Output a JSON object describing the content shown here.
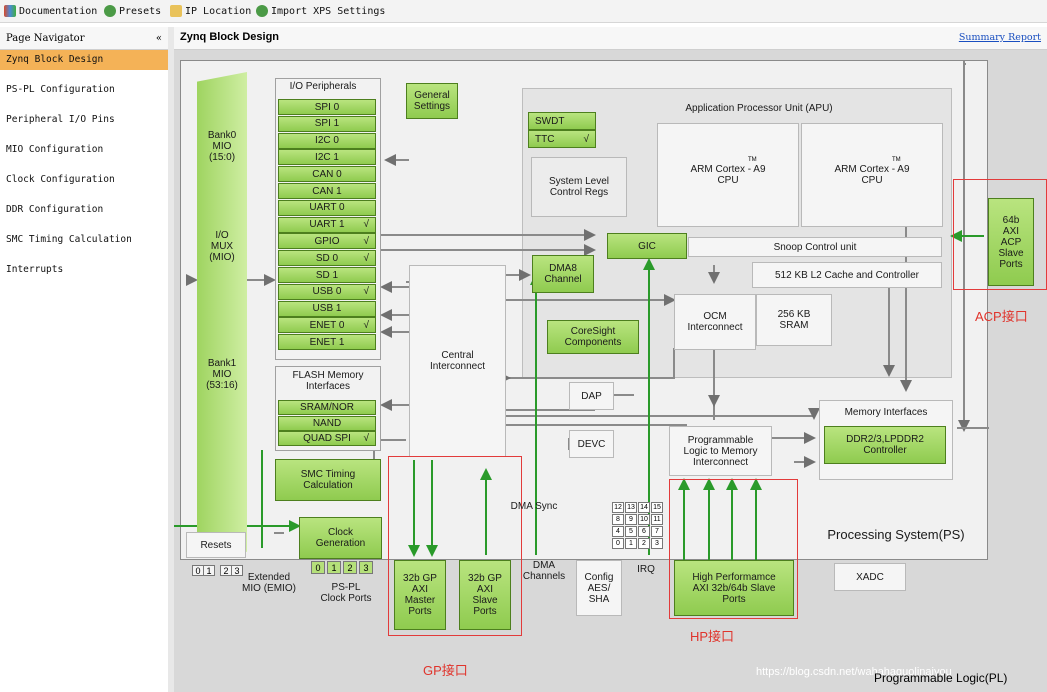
{
  "toolbar": {
    "documentation": "Documentation",
    "presets": "Presets",
    "ip_location": "IP Location",
    "import_xps": "Import XPS Settings"
  },
  "navigator": {
    "title": "Page Navigator",
    "collapse": "«",
    "items": [
      "Zynq Block Design",
      "PS-PL Configuration",
      "Peripheral I/O Pins",
      "MIO Configuration",
      "Clock Configuration",
      "DDR Configuration",
      "SMC Timing Calculation",
      "Interrupts"
    ]
  },
  "main": {
    "title": "Zynq Block Design",
    "summary_link": "Summary Report"
  },
  "diagram": {
    "bank0": "Bank0\nMIO\n(15:0)",
    "io_mux": "I/O\nMUX\n(MIO)",
    "bank1": "Bank1\nMIO\n(53:16)",
    "io_peripherals_title": "I/O Peripherals",
    "io_peripherals": [
      {
        "label": "SPI 0",
        "checked": false
      },
      {
        "label": "SPI 1",
        "checked": false
      },
      {
        "label": "I2C 0",
        "checked": false
      },
      {
        "label": "I2C 1",
        "checked": false
      },
      {
        "label": "CAN 0",
        "checked": false
      },
      {
        "label": "CAN 1",
        "checked": false
      },
      {
        "label": "UART 0",
        "checked": false
      },
      {
        "label": "UART 1",
        "checked": true
      },
      {
        "label": "GPIO",
        "checked": true
      },
      {
        "label": "SD 0",
        "checked": true
      },
      {
        "label": "SD 1",
        "checked": false
      },
      {
        "label": "USB 0",
        "checked": true
      },
      {
        "label": "USB 1",
        "checked": false
      },
      {
        "label": "ENET 0",
        "checked": true
      },
      {
        "label": "ENET 1",
        "checked": false
      }
    ],
    "check_mark": "√",
    "flash_title": "FLASH Memory\nInterfaces",
    "flash_items": [
      {
        "label": "SRAM/NOR",
        "checked": false
      },
      {
        "label": "NAND",
        "checked": false
      },
      {
        "label": "QUAD SPI",
        "checked": true
      }
    ],
    "smc_timing": "SMC Timing\nCalculation",
    "general_settings": "General\nSettings",
    "swdt": "SWDT",
    "ttc": "TTC",
    "system_level": "System Level\nControl Regs",
    "apu_title": "Application Processor Unit (APU)",
    "cpu0": "ARM Cortex - A9\nCPU",
    "cpu1": "ARM Cortex - A9\nCPU",
    "tm": "TM",
    "gic": "GIC",
    "snoop": "Snoop Control unit",
    "l2": "512 KB L2 Cache and Controller",
    "dma8": "DMA8\nChannel",
    "coresight": "CoreSight\nComponents",
    "ocm": "OCM\nInterconnect",
    "sram": "256 KB\nSRAM",
    "central": "Central\nInterconnect",
    "dap": "DAP",
    "devc": "DEVC",
    "mem_if_title": "Memory Interfaces",
    "ddr": "DDR2/3,LPDDR2\nController",
    "pl_to_mem": "Programmable\nLogic to Memory\nInterconnect",
    "acp": "64b\nAXI\nACP\nSlave\nPorts",
    "acp_label": "ACP接口",
    "processing_system": "Processing System(PS)",
    "resets": "Resets",
    "clock_gen": "Clock\nGeneration",
    "clock_ports_nums": [
      "0",
      "1",
      "2",
      "3"
    ],
    "pspl_clock": "PS-PL\nClock Ports",
    "emio_nums": [
      "0",
      "1",
      "2",
      "3"
    ],
    "extended_mio": "Extended\nMIO (EMIO)",
    "gp_master": "32b GP\nAXI\nMaster\nPorts",
    "gp_slave": "32b GP\nAXI\nSlave\nPorts",
    "gp_label": "GP接口",
    "dma_sync": "DMA Sync",
    "dma_channels": "DMA\nChannels",
    "config_aes": "Config\nAES/\nSHA",
    "irq": "IRQ",
    "irq_grid": [
      [
        "12",
        "13",
        "14",
        "15"
      ],
      [
        "8",
        "9",
        "10",
        "11"
      ],
      [
        "4",
        "5",
        "6",
        "7"
      ],
      [
        "0",
        "1",
        "2",
        "3"
      ]
    ],
    "hp_ports": "High Performamce\nAXI 32b/64b Slave\nPorts",
    "hp_label": "HP接口",
    "xadc": "XADC",
    "watermark": "https://blog.csdn.net/wahahaguolinaiyou",
    "programmable_logic": "Programmable Logic(PL)"
  },
  "colors": {
    "accent_green": "#8fcb4f",
    "nav_active": "#f4b257",
    "annotation_red": "#e0342c"
  }
}
